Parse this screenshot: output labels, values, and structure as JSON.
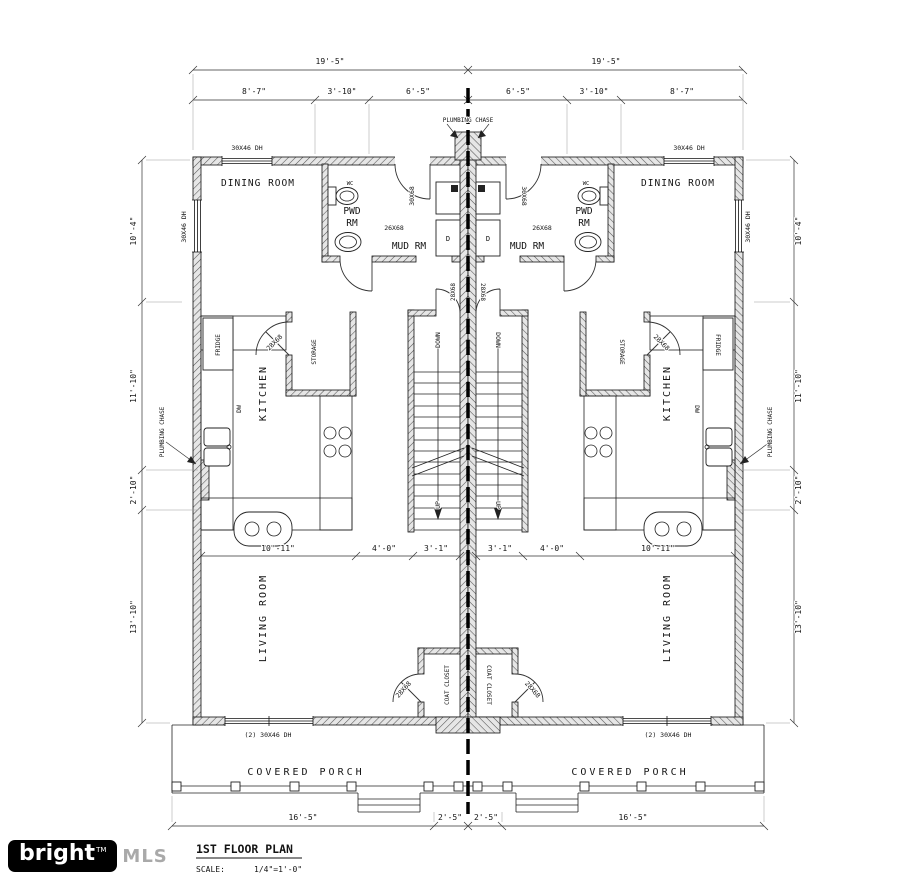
{
  "drawing": {
    "rooms": {
      "dining_room": "DINING ROOM",
      "pwd_rm_line1": "PWD",
      "pwd_rm_line2": "RM",
      "mud_rm": "MUD RM",
      "kitchen": "KITCHEN",
      "living_room": "LIVING ROOM",
      "storage": "STORAGE",
      "coat_closet": "COAT CLOSET",
      "covered_porch": "COVERED PORCH"
    },
    "fixtures": {
      "fridge": "FRIDGE",
      "dishwasher": "DW",
      "water_closet": "WC",
      "dryer": "D"
    },
    "stairs": {
      "down": "DOWN",
      "up": "UP"
    },
    "plumbing_chase": "PLUMBING CHASE",
    "openings": {
      "front_window": "30X46 DH",
      "side_window": "30X46 DH",
      "rear_window": "(2) 30X46 DH",
      "door_26": "26X68",
      "door_28": "28X68",
      "door_30": "30X68"
    },
    "dimensions": {
      "top_total": "19'-5\"",
      "top_seg1": "8'-7\"",
      "top_seg2": "3'-10\"",
      "top_seg3": "6'-5\"",
      "side_seg1": "10'-4\"",
      "side_seg2": "11'-10\"",
      "side_seg3": "2'-10\"",
      "side_seg4": "13'-10\"",
      "mid_seg1": "10'-11\"",
      "mid_seg2": "4'-0\"",
      "mid_seg3": "3'-1\"",
      "bottom_seg1": "16'-5\"",
      "bottom_seg2": "2'-5\""
    }
  },
  "title_block": {
    "title": "1ST FLOOR PLAN",
    "scale_label": "SCALE:",
    "scale_value": "1/4\"=1'-0\""
  },
  "logo": {
    "brand": "bright",
    "tm": "TM",
    "suffix": "MLS"
  }
}
